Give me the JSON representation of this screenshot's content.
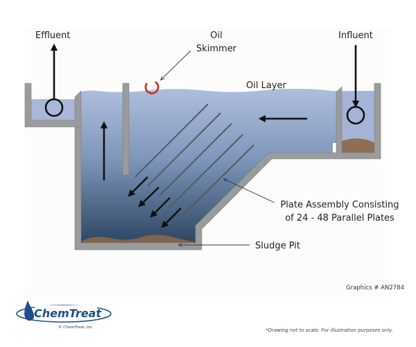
{
  "diagram": {
    "title": "Oil/Water Separator with Parallel Plate Assembly",
    "labels": {
      "effluent": "Effluent",
      "influent": "Influent",
      "oil_skimmer_line1": "Oil",
      "oil_skimmer_line2": "Skimmer",
      "oil_layer": "Oil Layer",
      "plate_assembly_line1": "Plate Assembly Consisting",
      "plate_assembly_line2": "of 24 - 48 Parallel Plates",
      "sludge_pit": "Sludge Pit"
    },
    "plate_count_range": "24 - 48",
    "graphics_id": "Graphics # AN2784",
    "colors": {
      "tank_wall": "#9a9b9d",
      "water_top": "#a9b8d8",
      "water_bottom": "#2f4a66",
      "sludge": "#7f6450",
      "skimmer": "#c0392b",
      "arrow": "#111111",
      "brand": "#1f4e8c"
    }
  },
  "footer": {
    "brand_name": "ChemTreat",
    "copyright": "© ChemTreat, Inc.",
    "disclaimer": "*Drawing not to scale. For illustration purposes only."
  }
}
